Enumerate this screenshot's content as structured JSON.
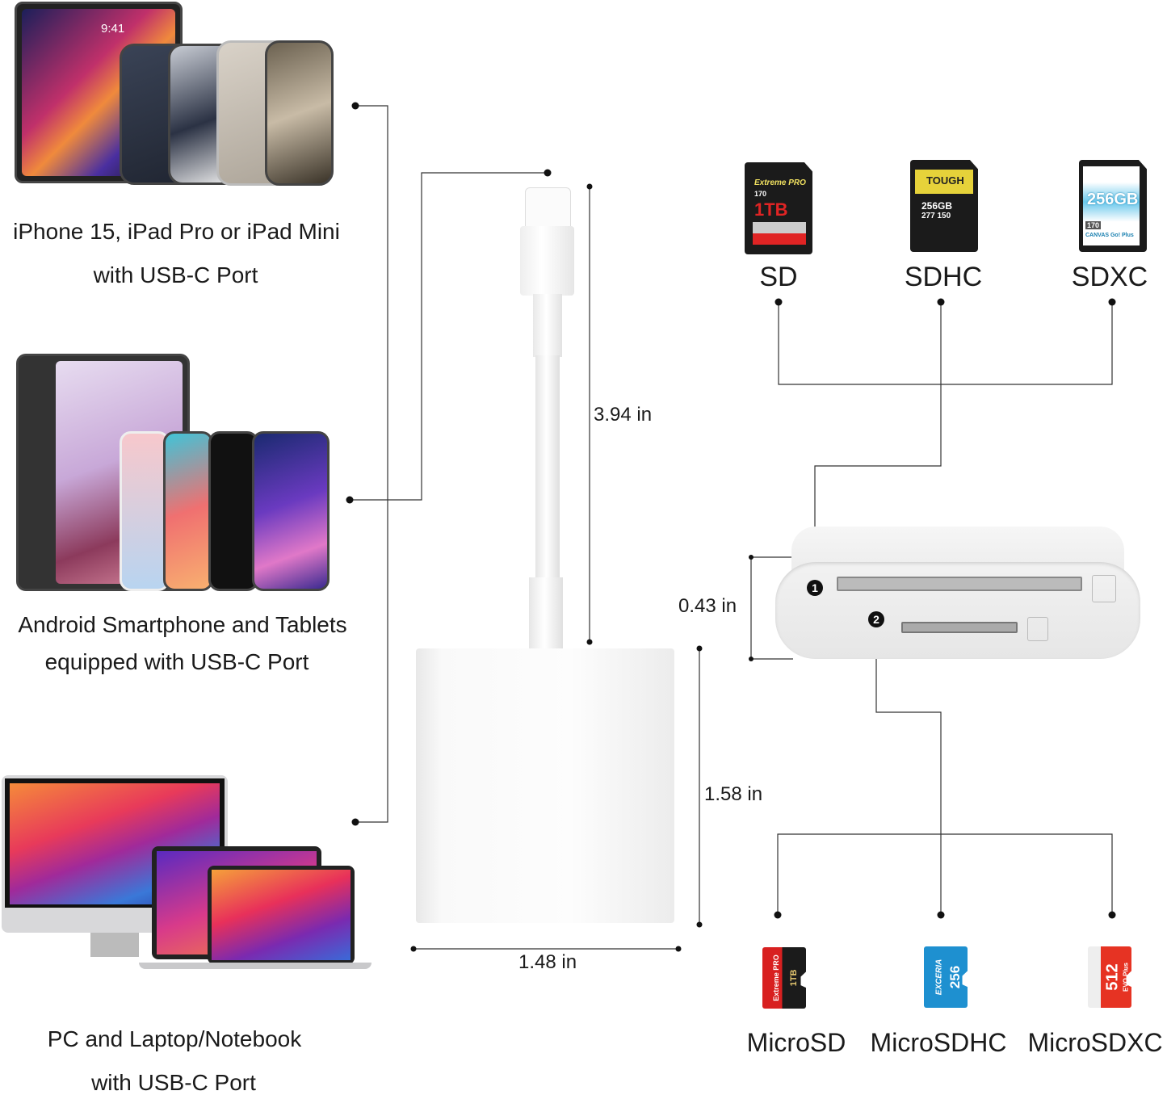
{
  "devices": {
    "apple": {
      "line1": "iPhone 15, iPad Pro or iPad Mini",
      "line2": "with USB-C Port",
      "screen_time": "9:41"
    },
    "android": {
      "line1": "Android Smartphone and Tablets",
      "line2": "equipped with USB-C Port"
    },
    "pc": {
      "line1": "PC and Laptop/Notebook",
      "line2": "with USB-C Port"
    }
  },
  "dimensions": {
    "cable_length": "3.94 in",
    "reader_thickness": "0.43 in",
    "body_height": "1.58 in",
    "body_width": "1.48 in"
  },
  "reader": {
    "slot1_marker": "1",
    "slot2_marker": "2"
  },
  "sd_cards": [
    {
      "label": "SD",
      "art": {
        "brand": "Extreme PRO",
        "speed": "170",
        "capacity": "1TB"
      },
      "color": "#e02424"
    },
    {
      "label": "SDHC",
      "art": {
        "brand": "TOUGH",
        "capacity": "256GB",
        "speed": "277 150"
      },
      "color": "#e6d23a"
    },
    {
      "label": "SDXC",
      "art": {
        "brand": "CANVAS Go! Plus",
        "capacity": "256GB",
        "speed": "170"
      },
      "color": "#2aa3d8"
    }
  ],
  "micro_cards": [
    {
      "label": "MicroSD",
      "art": {
        "brand": "Extreme PRO",
        "capacity": "1TB"
      },
      "color": "#d82020"
    },
    {
      "label": "MicroSDHC",
      "art": {
        "brand": "EXCERIA",
        "capacity": "256"
      },
      "color": "#1e90d0"
    },
    {
      "label": "MicroSDXC",
      "art": {
        "brand": "EVO Plus",
        "capacity": "512"
      },
      "color": "#e63323"
    }
  ]
}
